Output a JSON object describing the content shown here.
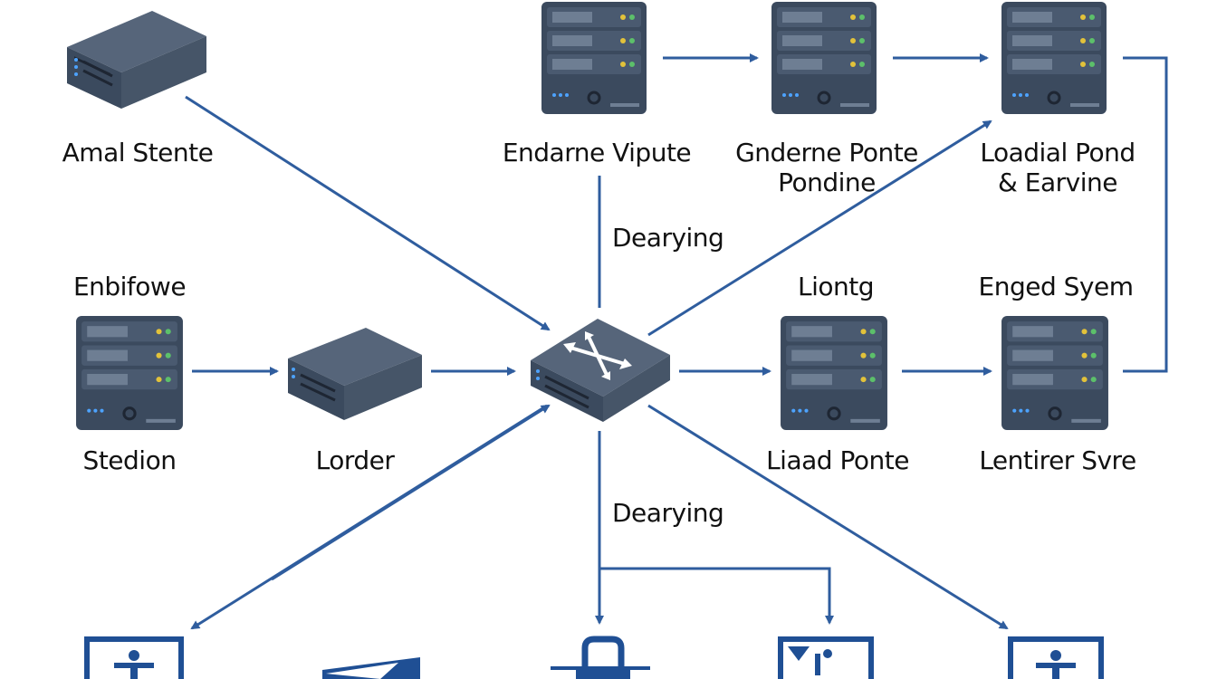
{
  "colors": {
    "arrow": "#2f5d9e",
    "device_dark": "#3b4a5e",
    "device_top": "#56657a",
    "slot": "#6e7e93",
    "led_yellow": "#e2c23a",
    "led_green": "#5cc06a",
    "led_blue": "#4da3ff"
  },
  "nodes": {
    "amal_stente": {
      "label": "Amal Stente",
      "icon": "network-appliance-icon"
    },
    "endarne_vipute": {
      "label": "Endarne Vipute",
      "icon": "server-rack-icon"
    },
    "gnderne_ponte": {
      "label": "Gnderne Ponte\nPondine",
      "icon": "server-rack-icon"
    },
    "loadial_pond": {
      "label": "Loadial Pond\n& Earvine",
      "icon": "server-rack-icon"
    },
    "enbifowe": {
      "label": "Enbifowe",
      "icon": "server-rack-icon"
    },
    "stedion": {
      "label": "Stedion"
    },
    "lorder": {
      "label": "Lorder",
      "icon": "router-box-icon"
    },
    "switch": {
      "icon": "network-switch-icon"
    },
    "liontg": {
      "label": "Liontg",
      "icon": "server-rack-icon"
    },
    "liaad_ponte": {
      "label": "Liaad Ponte"
    },
    "enged_syem": {
      "label": "Enged Syem",
      "icon": "server-rack-icon"
    },
    "lentirer_svre": {
      "label": "Lentirer Svre"
    },
    "client_1": {
      "icon": "user-terminal-icon"
    },
    "client_2": {
      "icon": "flag-terminal-icon"
    },
    "client_3": {
      "icon": "lock-terminal-icon"
    },
    "client_4": {
      "icon": "video-terminal-icon"
    },
    "client_5": {
      "icon": "user-terminal-icon"
    }
  },
  "edges": [
    {
      "from": "amal_stente",
      "to": "switch"
    },
    {
      "from": "endarne_vipute",
      "to": "gnderne_ponte"
    },
    {
      "from": "gnderne_ponte",
      "to": "loadial_pond"
    },
    {
      "from": "loadial_pond",
      "to": "enged_syem"
    },
    {
      "from": "endarne_vipute",
      "to": "switch",
      "label": "Dearying"
    },
    {
      "from": "switch",
      "to": "loadial_pond"
    },
    {
      "from": "enbifowe",
      "to": "lorder"
    },
    {
      "from": "lorder",
      "to": "switch"
    },
    {
      "from": "switch",
      "to": "liontg"
    },
    {
      "from": "liontg",
      "to": "enged_syem"
    },
    {
      "from": "switch",
      "to": "client_1"
    },
    {
      "from": "switch",
      "to": "client_3",
      "label": "Dearying"
    },
    {
      "from": "switch",
      "to": "client_4"
    },
    {
      "from": "switch",
      "to": "client_5"
    }
  ]
}
